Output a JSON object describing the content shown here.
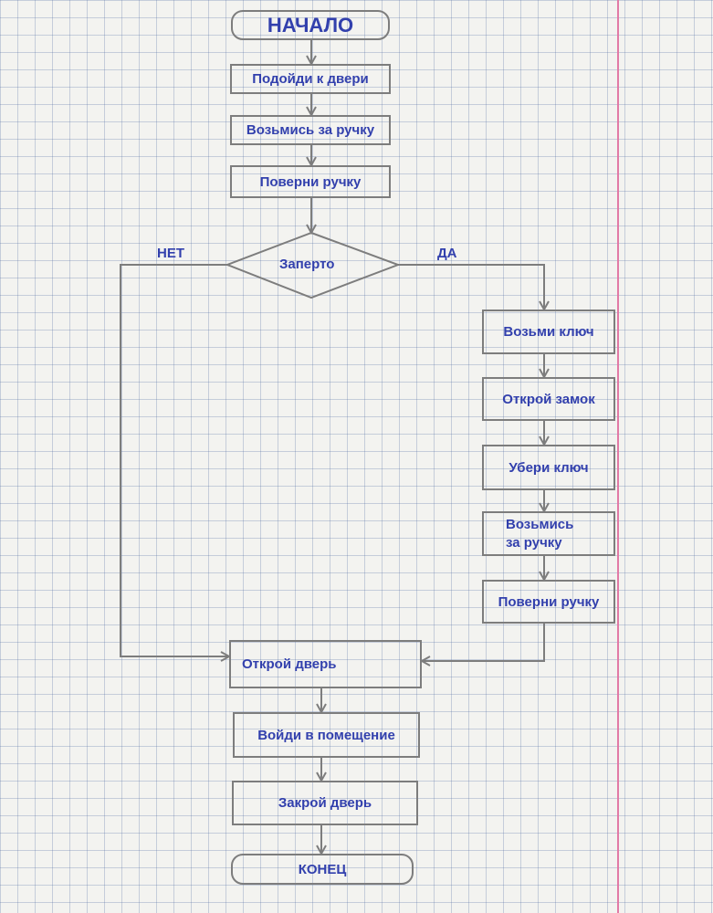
{
  "flowchart": {
    "start": "НАЧАЛО",
    "steps": [
      "Подойди к двери",
      "Возьмись за ручку",
      "Поверни ручку"
    ],
    "decision": {
      "label": "Заперто",
      "no_label": "НЕТ",
      "yes_label": "ДА"
    },
    "yes_branch": [
      "Возьми ключ",
      "Открой замок",
      "Убери ключ",
      [
        "Возьмись",
        "за ручку"
      ],
      "Поверни ручку"
    ],
    "after": [
      "Открой дверь",
      "Войди в помещение",
      "Закрой дверь"
    ],
    "end": "КОНЕЦ"
  }
}
